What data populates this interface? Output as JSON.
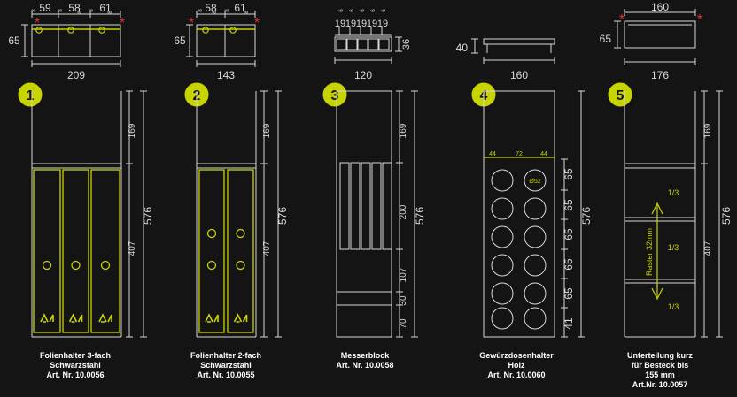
{
  "colors": {
    "background": "#141414",
    "line": "#d9d9d9",
    "accent": "#c8d400",
    "mark": "#e03232",
    "badge_text": "#141414"
  },
  "products": [
    {
      "num": "1",
      "label": [
        "Folienhalter 3-fach",
        "Schwarzstahl",
        "Art. Nr. 10.0056"
      ],
      "top_widths": [
        "59",
        "58",
        "61"
      ],
      "top_width": "209",
      "top_height": "65",
      "front_dims": [
        "169",
        "407"
      ],
      "total_height": "576"
    },
    {
      "num": "2",
      "label": [
        "Folienhalter 2-fach",
        "Schwarzstahl",
        "Art. Nr. 10.0055"
      ],
      "top_widths": [
        "58",
        "61"
      ],
      "top_width": "143",
      "top_height": "65",
      "front_dims": [
        "169",
        "407"
      ],
      "total_height": "576"
    },
    {
      "num": "3",
      "label": [
        "Messerblock",
        "Art. Nr. 10.0058"
      ],
      "top_widths": [
        "19",
        "19",
        "19",
        "19",
        "19"
      ],
      "top_width": "120",
      "top_height": "36",
      "front_dims": [
        "169",
        "200",
        "107",
        "30",
        "70"
      ],
      "total_height": "576"
    },
    {
      "num": "4",
      "label": [
        "Gewürzdosenhalter",
        "Holz",
        "Art. Nr. 10.0060"
      ],
      "top_width": "160",
      "top_height": "40",
      "front_top_dims": [
        "44",
        "72",
        "44"
      ],
      "hole_label": "Ø52",
      "front_dims": [
        "65",
        "65",
        "65",
        "65",
        "65",
        "41"
      ],
      "total_height": "576"
    },
    {
      "num": "5",
      "label": [
        "Unterteilung kurz",
        "für Besteck bis",
        "155 mm",
        "Art.Nr. 10.0057"
      ],
      "top_width_upper": "160",
      "top_width": "176",
      "top_height": "65",
      "front_dims": [
        "169",
        "407"
      ],
      "total_height": "576",
      "inner_fractions": [
        "1/3",
        "1/3",
        "1/3"
      ],
      "raster": "Raster 32mm"
    }
  ]
}
